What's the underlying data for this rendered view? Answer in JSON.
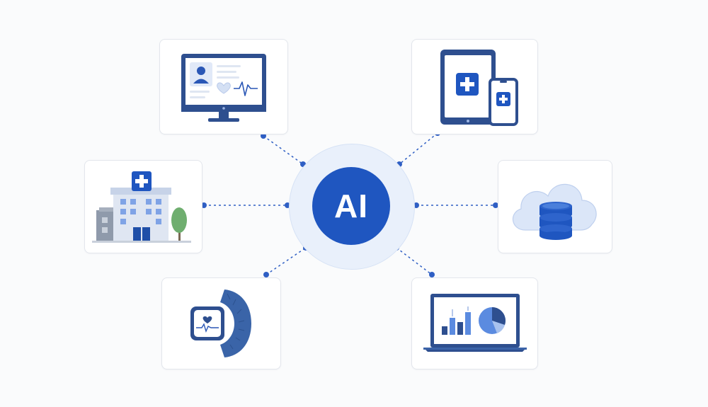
{
  "hub": {
    "label": "AI",
    "color": "#1f56c0",
    "halo_color": "#e9f0fb"
  },
  "nodes": [
    {
      "id": "patient-monitor",
      "icon": "patient-monitor-icon"
    },
    {
      "id": "tablet-phone",
      "icon": "medical-devices-icon"
    },
    {
      "id": "hospital",
      "icon": "hospital-icon"
    },
    {
      "id": "cloud-database",
      "icon": "cloud-database-icon"
    },
    {
      "id": "smartwatch",
      "icon": "smartwatch-icon"
    },
    {
      "id": "analytics-laptop",
      "icon": "analytics-laptop-icon"
    }
  ],
  "colors": {
    "primary": "#1f56c0",
    "dark_blue": "#2e4f8f",
    "mid_blue": "#6f99e0",
    "light_blue": "#cfdcf4",
    "pale_blue": "#e8eef9",
    "connector": "#2f5fc4"
  }
}
